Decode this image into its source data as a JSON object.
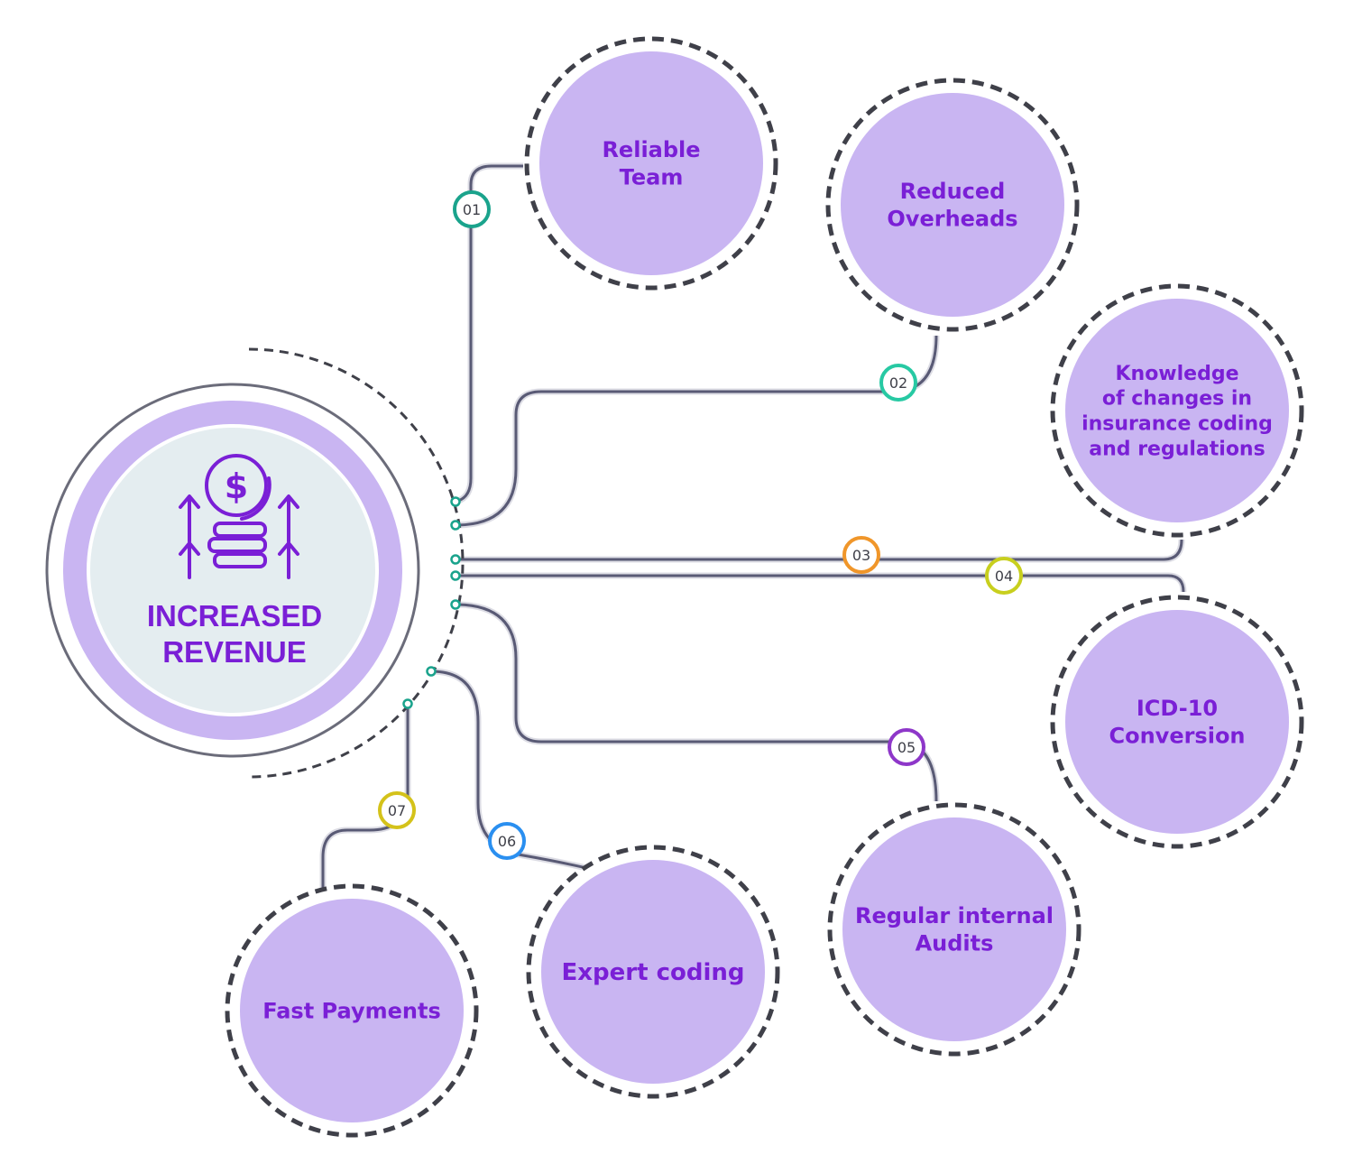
{
  "center": {
    "title_lines": [
      "INCREASED",
      "REVENUE"
    ]
  },
  "nodes": [
    {
      "number": "01",
      "label_lines": [
        "Reliable",
        "Team"
      ]
    },
    {
      "number": "02",
      "label_lines": [
        "Reduced",
        "Overheads"
      ]
    },
    {
      "number": "03",
      "label_lines": [
        "Knowledge",
        "of changes in",
        "insurance coding",
        "and regulations"
      ]
    },
    {
      "number": "04",
      "label_lines": [
        "ICD-10",
        "Conversion"
      ]
    },
    {
      "number": "05",
      "label_lines": [
        "Regular internal",
        "Audits"
      ]
    },
    {
      "number": "06",
      "label_lines": [
        "Expert coding"
      ]
    },
    {
      "number": "07",
      "label_lines": [
        "Fast Payments"
      ]
    }
  ],
  "colors": {
    "node_fill": "#c9b5f2",
    "label": "#7a1fd6",
    "line": "#595a75",
    "dashed_ring": "#3f4049",
    "center_title": "#7a1fd6",
    "badge_01": "#1aa38c",
    "badge_02": "#27c9a3",
    "badge_03": "#f0962a",
    "badge_04": "#c8cf1e",
    "badge_05": "#8e37c9",
    "badge_06": "#2a8ff0",
    "badge_07": "#d4c21a"
  },
  "center_icon": "revenue-coins-arrows-icon"
}
